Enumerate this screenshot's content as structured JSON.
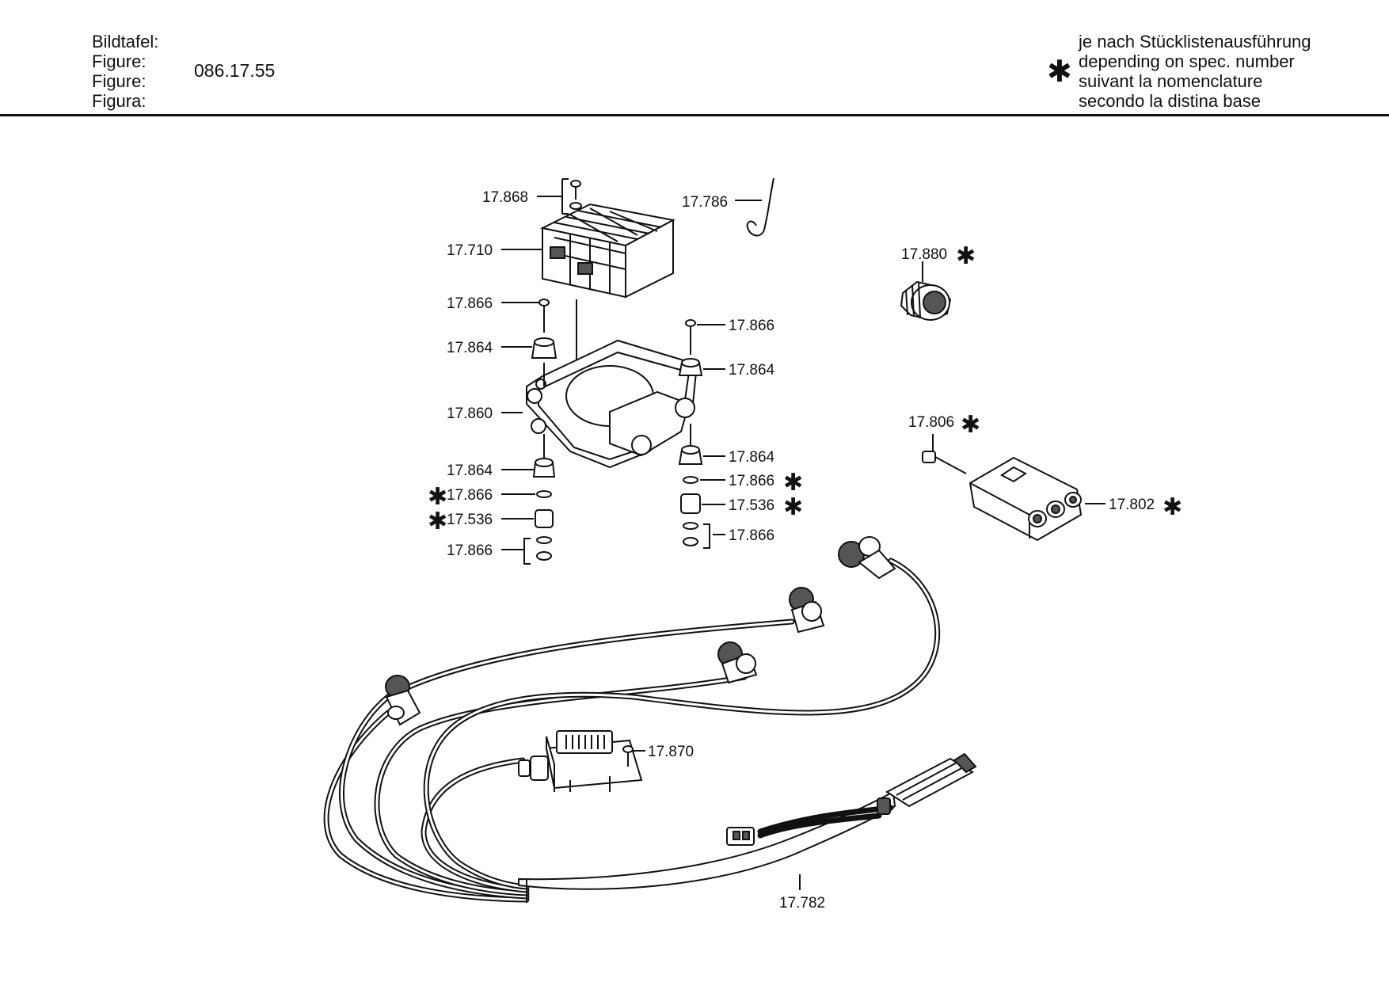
{
  "header": {
    "labels": [
      "Bildtafel:",
      "Figure:",
      "Figure:",
      "Figura:"
    ],
    "figure_number": "086.17.55",
    "note_marker": "✱",
    "note_lines": [
      "je nach Stücklistenausführung",
      "depending on spec. number",
      "suivant la nomenclature",
      "secondo la distina base"
    ]
  },
  "callouts": {
    "p17868": "17.868",
    "p17786": "17.786",
    "p17710": "17.710",
    "p17880": "17.880",
    "p17866_a": "17.866",
    "p17866_b": "17.866",
    "p17864_a": "17.864",
    "p17864_b": "17.864",
    "p17860": "17.860",
    "p17806": "17.806",
    "p17864_c": "17.864",
    "p17864_d": "17.864",
    "p17866_c": "17.866",
    "p17866_d": "17.866",
    "p17536_a": "17.536",
    "p17536_b": "17.536",
    "p17802": "17.802",
    "p17866_e": "17.866",
    "p17866_f": "17.866",
    "p17870": "17.870",
    "p17782": "17.782"
  }
}
